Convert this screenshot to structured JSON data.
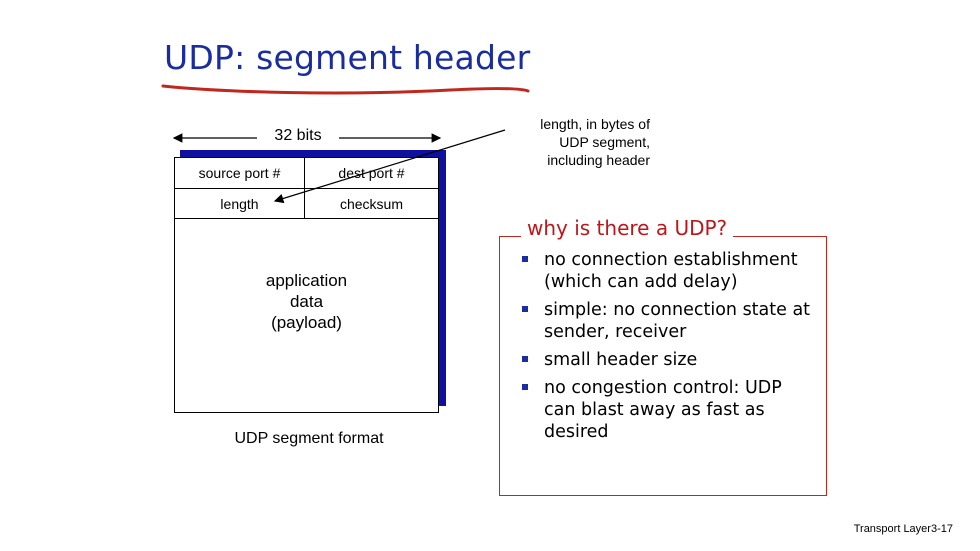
{
  "slide": {
    "title": "UDP: segment header",
    "accent_color": "#1a2da0",
    "underline_color": "#c0281e"
  },
  "diagram": {
    "width_label": "32 bits",
    "fields": {
      "source_port": "source port #",
      "dest_port": "dest port #",
      "length": "length",
      "checksum": "checksum"
    },
    "payload_lines": [
      "application",
      "data",
      "(payload)"
    ],
    "caption": "UDP segment format",
    "annotation_lines": [
      "length, in bytes of",
      "UDP segment,",
      "including header"
    ]
  },
  "why_box": {
    "title": "why is there a UDP?",
    "border_color": "#c0281e",
    "bullets": [
      "no connection establishment (which can add delay)",
      "simple: no connection state at sender, receiver",
      "small header size",
      "no congestion control: UDP can blast away as fast as desired"
    ]
  },
  "footer": {
    "text": "Transport Layer",
    "page": "3-17"
  }
}
